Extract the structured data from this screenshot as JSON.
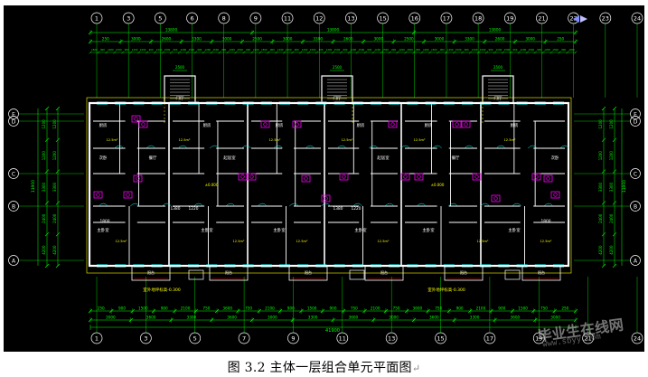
{
  "caption": "图 3.2  主体一层组合单元平面图",
  "caption_mark": "↵",
  "watermark": "毕业生在线网",
  "watermark_url": "www.sbyy.com",
  "axes": {
    "top": [
      "1",
      "3",
      "5",
      "6",
      "8",
      "9",
      "11",
      "12",
      "13",
      "15",
      "16",
      "17",
      "18",
      "19",
      "21",
      "22",
      "23",
      "24"
    ],
    "bottom": [
      "1",
      "3",
      "5",
      "7",
      "9",
      "11",
      "13",
      "15",
      "17",
      "19",
      "21",
      "24"
    ],
    "left": [
      "E",
      "D",
      "C",
      "B",
      "A"
    ],
    "right": [
      "E",
      "D",
      "C",
      "B",
      "A"
    ]
  },
  "dimensions": {
    "overall": "41900",
    "top_row1": [
      "13800",
      "13800",
      "13800"
    ],
    "top_row2": [
      "250",
      "3000",
      "2600",
      "3300",
      "3000",
      "2500",
      "3000",
      "3300",
      "2600",
      "3000",
      "2500",
      "3000",
      "3300",
      "2600",
      "3000",
      "250"
    ],
    "bottom_row1": [
      "250",
      "900",
      "1500",
      "900",
      "2100",
      "750",
      "3600",
      "750",
      "2100",
      "900",
      "1500",
      "900",
      "750",
      "2100",
      "750",
      "3600",
      "750",
      "900",
      "2100",
      "900",
      "1500",
      "750",
      "250"
    ],
    "bottom_row2": [
      "3000",
      "3600",
      "3300",
      "3600",
      "3000",
      "3300",
      "3600",
      "3000",
      "3600",
      "3300",
      "3600",
      "3000"
    ],
    "left_col": [
      "1200",
      "1200",
      "3300",
      "2400",
      "4200",
      "11900"
    ],
    "right_col": [
      "1200",
      "1200",
      "3300",
      "2400",
      "4200",
      "11900"
    ]
  },
  "rooms": {
    "stair": "门厅",
    "bedroom": "主卧室",
    "kitchen": "厨房",
    "bath": "卫生间",
    "living": "起居室",
    "second_bedroom": "次卧",
    "balcony": "阳台",
    "dining": "餐厅"
  },
  "notes": [
    "室外地坪标高-0.300",
    "1380",
    "1220",
    "1800",
    "±0.000"
  ],
  "colors": {
    "background": "#000000",
    "walls": "#ffffff",
    "dims": "#00ff00",
    "text_yellow": "#ffff00",
    "fixtures": "#ff00ff",
    "cyan": "#00ffff",
    "red": "#ff0000"
  }
}
